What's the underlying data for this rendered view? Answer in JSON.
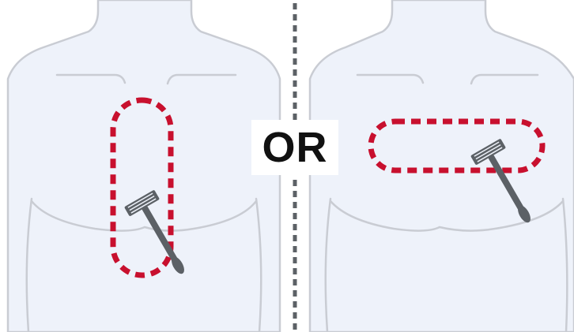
{
  "divider_text": "OR",
  "colors": {
    "body_fill": "#eef2fa",
    "body_outline": "#c9ccd3",
    "shave_zone_outline": "#c8102e",
    "razor": "#5c6166",
    "razor_blade_lines": "#eef2fa",
    "divider": "#5c6166",
    "text": "#111111"
  },
  "panels": [
    {
      "orientation": "vertical"
    },
    {
      "orientation": "horizontal"
    }
  ]
}
